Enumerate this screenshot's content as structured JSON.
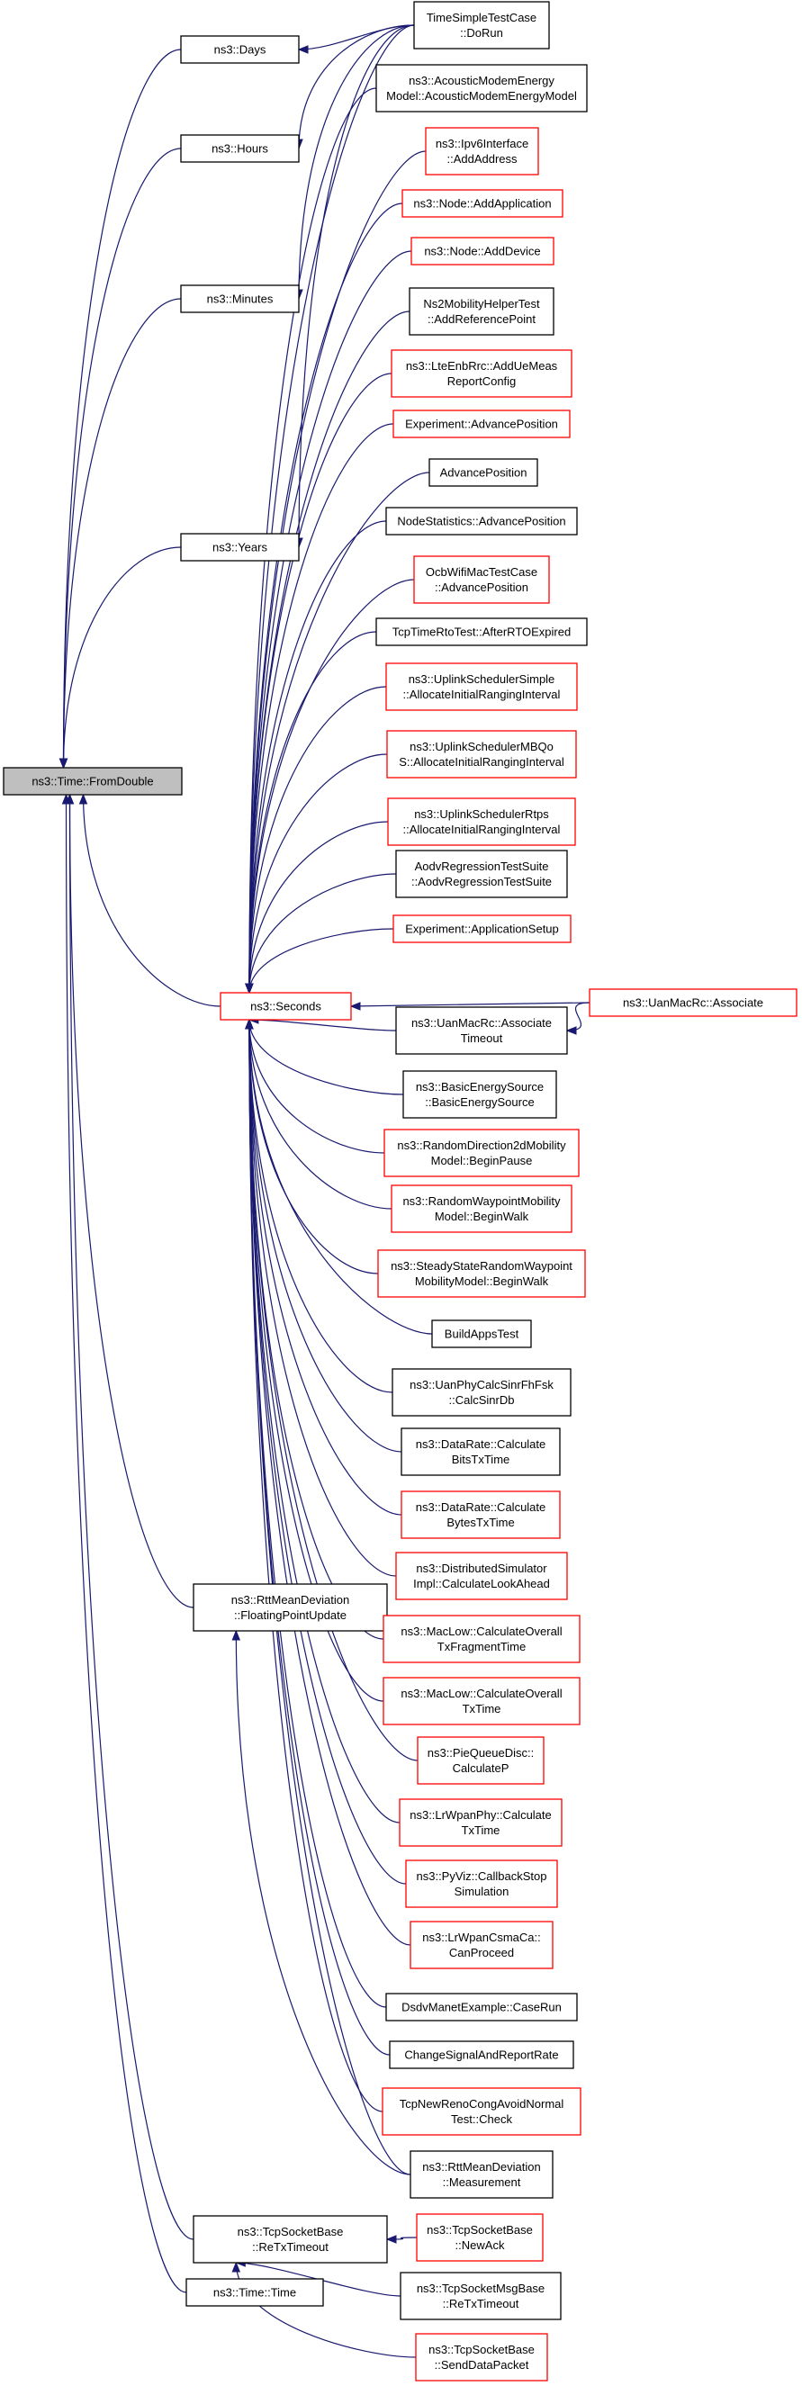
{
  "colors": {
    "edge": "#191970",
    "normal": "#000000",
    "incomplete": "#ff0000",
    "focus_fill": "#bfbfbf"
  },
  "nodes": [
    {
      "id": "fromdouble",
      "lines": [
        "ns3::Time::FromDouble"
      ],
      "color": "focus"
    },
    {
      "id": "days",
      "lines": [
        "ns3::Days"
      ],
      "color": "normal"
    },
    {
      "id": "hours",
      "lines": [
        "ns3::Hours"
      ],
      "color": "normal"
    },
    {
      "id": "minutes",
      "lines": [
        "ns3::Minutes"
      ],
      "color": "normal"
    },
    {
      "id": "years",
      "lines": [
        "ns3::Years"
      ],
      "color": "normal"
    },
    {
      "id": "seconds",
      "lines": [
        "ns3::Seconds"
      ],
      "color": "red"
    },
    {
      "id": "rttfp",
      "lines": [
        "ns3::RttMeanDeviation",
        "::FloatingPointUpdate"
      ],
      "color": "normal"
    },
    {
      "id": "tcpretx",
      "lines": [
        "ns3::TcpSocketBase",
        "::ReTxTimeout"
      ],
      "color": "normal"
    },
    {
      "id": "timetime",
      "lines": [
        "ns3::Time::Time"
      ],
      "color": "normal"
    },
    {
      "id": "timesimple",
      "lines": [
        "TimeSimpleTestCase",
        "::DoRun"
      ],
      "color": "normal"
    },
    {
      "id": "acoustic",
      "lines": [
        "ns3::AcousticModemEnergy",
        "Model::AcousticModemEnergyModel"
      ],
      "color": "normal"
    },
    {
      "id": "ipv6",
      "lines": [
        "ns3::Ipv6Interface",
        "::AddAddress"
      ],
      "color": "red"
    },
    {
      "id": "nodeapp",
      "lines": [
        "ns3::Node::AddApplication"
      ],
      "color": "red"
    },
    {
      "id": "nodedev",
      "lines": [
        "ns3::Node::AddDevice"
      ],
      "color": "red"
    },
    {
      "id": "ns2mob",
      "lines": [
        "Ns2MobilityHelperTest",
        "::AddReferencePoint"
      ],
      "color": "normal"
    },
    {
      "id": "lteenb",
      "lines": [
        "ns3::LteEnbRrc::AddUeMeas",
        "ReportConfig"
      ],
      "color": "red"
    },
    {
      "id": "expadv",
      "lines": [
        "Experiment::AdvancePosition"
      ],
      "color": "red"
    },
    {
      "id": "advpos",
      "lines": [
        "AdvancePosition"
      ],
      "color": "normal"
    },
    {
      "id": "nodestat",
      "lines": [
        "NodeStatistics::AdvancePosition"
      ],
      "color": "normal"
    },
    {
      "id": "ocbwifi",
      "lines": [
        "OcbWifiMacTestCase",
        "::AdvancePosition"
      ],
      "color": "red"
    },
    {
      "id": "tcprto",
      "lines": [
        "TcpTimeRtoTest::AfterRTOExpired"
      ],
      "color": "normal"
    },
    {
      "id": "ulsimple",
      "lines": [
        "ns3::UplinkSchedulerSimple",
        "::AllocateInitialRangingInterval"
      ],
      "color": "red"
    },
    {
      "id": "ulmbqos",
      "lines": [
        "ns3::UplinkSchedulerMBQo",
        "S::AllocateInitialRangingInterval"
      ],
      "color": "red"
    },
    {
      "id": "ulrtps",
      "lines": [
        "ns3::UplinkSchedulerRtps",
        "::AllocateInitialRangingInterval"
      ],
      "color": "red"
    },
    {
      "id": "aodv",
      "lines": [
        "AodvRegressionTestSuite",
        "::AodvRegressionTestSuite"
      ],
      "color": "normal"
    },
    {
      "id": "expapp",
      "lines": [
        "Experiment::ApplicationSetup"
      ],
      "color": "red"
    },
    {
      "id": "uanassoc",
      "lines": [
        "ns3::UanMacRc::Associate"
      ],
      "color": "red"
    },
    {
      "id": "uanassoct",
      "lines": [
        "ns3::UanMacRc::Associate",
        "Timeout"
      ],
      "color": "normal"
    },
    {
      "id": "basicenergy",
      "lines": [
        "ns3::BasicEnergySource",
        "::BasicEnergySource"
      ],
      "color": "normal"
    },
    {
      "id": "rd2d",
      "lines": [
        "ns3::RandomDirection2dMobility",
        "Model::BeginPause"
      ],
      "color": "red"
    },
    {
      "id": "rwp",
      "lines": [
        "ns3::RandomWaypointMobility",
        "Model::BeginWalk"
      ],
      "color": "red"
    },
    {
      "id": "ssrwp",
      "lines": [
        "ns3::SteadyStateRandomWaypoint",
        "MobilityModel::BeginWalk"
      ],
      "color": "red"
    },
    {
      "id": "buildapps",
      "lines": [
        "BuildAppsTest"
      ],
      "color": "normal"
    },
    {
      "id": "uanphy",
      "lines": [
        "ns3::UanPhyCalcSinrFhFsk",
        "::CalcSinrDb"
      ],
      "color": "normal"
    },
    {
      "id": "drbits",
      "lines": [
        "ns3::DataRate::Calculate",
        "BitsTxTime"
      ],
      "color": "normal"
    },
    {
      "id": "drbytes",
      "lines": [
        "ns3::DataRate::Calculate",
        "BytesTxTime"
      ],
      "color": "red"
    },
    {
      "id": "distsim",
      "lines": [
        "ns3::DistributedSimulator",
        "Impl::CalculateLookAhead"
      ],
      "color": "red"
    },
    {
      "id": "maclowfrag",
      "lines": [
        "ns3::MacLow::CalculateOverall",
        "TxFragmentTime"
      ],
      "color": "red"
    },
    {
      "id": "maclowtx",
      "lines": [
        "ns3::MacLow::CalculateOverall",
        "TxTime"
      ],
      "color": "red"
    },
    {
      "id": "pie",
      "lines": [
        "ns3::PieQueueDisc::",
        "CalculateP"
      ],
      "color": "red"
    },
    {
      "id": "lrwpanphy",
      "lines": [
        "ns3::LrWpanPhy::Calculate",
        "TxTime"
      ],
      "color": "red"
    },
    {
      "id": "pyviz",
      "lines": [
        "ns3::PyViz::CallbackStop",
        "Simulation"
      ],
      "color": "red"
    },
    {
      "id": "lrwpancsma",
      "lines": [
        "ns3::LrWpanCsmaCa::",
        "CanProceed"
      ],
      "color": "red"
    },
    {
      "id": "dsdv",
      "lines": [
        "DsdvManetExample::CaseRun"
      ],
      "color": "normal"
    },
    {
      "id": "changesig",
      "lines": [
        "ChangeSignalAndReportRate"
      ],
      "color": "normal"
    },
    {
      "id": "tcpnewreno",
      "lines": [
        "TcpNewRenoCongAvoidNormal",
        "Test::Check"
      ],
      "color": "red"
    },
    {
      "id": "rttmeas",
      "lines": [
        "ns3::RttMeanDeviation",
        "::Measurement"
      ],
      "color": "normal"
    },
    {
      "id": "tcpnewack",
      "lines": [
        "ns3::TcpSocketBase",
        "::NewAck"
      ],
      "color": "red"
    },
    {
      "id": "tcpmsgretx",
      "lines": [
        "ns3::TcpSocketMsgBase",
        "::ReTxTimeout"
      ],
      "color": "normal"
    },
    {
      "id": "tcpsenddata",
      "lines": [
        "ns3::TcpSocketBase",
        "::SendDataPacket"
      ],
      "color": "red"
    }
  ],
  "edges": [
    [
      "days",
      "fromdouble"
    ],
    [
      "hours",
      "fromdouble"
    ],
    [
      "minutes",
      "fromdouble"
    ],
    [
      "years",
      "fromdouble"
    ],
    [
      "seconds",
      "fromdouble"
    ],
    [
      "rttfp",
      "fromdouble"
    ],
    [
      "tcpretx",
      "fromdouble"
    ],
    [
      "timetime",
      "fromdouble"
    ],
    [
      "timesimple",
      "days"
    ],
    [
      "timesimple",
      "hours"
    ],
    [
      "timesimple",
      "minutes"
    ],
    [
      "timesimple",
      "years"
    ],
    [
      "timesimple",
      "seconds"
    ],
    [
      "acoustic",
      "seconds"
    ],
    [
      "ipv6",
      "seconds"
    ],
    [
      "nodeapp",
      "seconds"
    ],
    [
      "nodedev",
      "seconds"
    ],
    [
      "ns2mob",
      "seconds"
    ],
    [
      "lteenb",
      "seconds"
    ],
    [
      "expadv",
      "seconds"
    ],
    [
      "advpos",
      "seconds"
    ],
    [
      "nodestat",
      "seconds"
    ],
    [
      "ocbwifi",
      "seconds"
    ],
    [
      "tcprto",
      "seconds"
    ],
    [
      "ulsimple",
      "seconds"
    ],
    [
      "ulmbqos",
      "seconds"
    ],
    [
      "ulrtps",
      "seconds"
    ],
    [
      "aodv",
      "seconds"
    ],
    [
      "expapp",
      "seconds"
    ],
    [
      "uanassoc",
      "seconds"
    ],
    [
      "uanassoct",
      "seconds"
    ],
    [
      "basicenergy",
      "seconds"
    ],
    [
      "rd2d",
      "seconds"
    ],
    [
      "rwp",
      "seconds"
    ],
    [
      "ssrwp",
      "seconds"
    ],
    [
      "buildapps",
      "seconds"
    ],
    [
      "uanphy",
      "seconds"
    ],
    [
      "drbits",
      "seconds"
    ],
    [
      "drbytes",
      "seconds"
    ],
    [
      "distsim",
      "seconds"
    ],
    [
      "maclowfrag",
      "seconds"
    ],
    [
      "maclowtx",
      "seconds"
    ],
    [
      "pie",
      "seconds"
    ],
    [
      "lrwpanphy",
      "seconds"
    ],
    [
      "pyviz",
      "seconds"
    ],
    [
      "lrwpancsma",
      "seconds"
    ],
    [
      "dsdv",
      "seconds"
    ],
    [
      "changesig",
      "seconds"
    ],
    [
      "tcpnewreno",
      "seconds"
    ],
    [
      "rttmeas",
      "seconds"
    ],
    [
      "uanassoc",
      "uanassoct"
    ],
    [
      "rttmeas",
      "rttfp"
    ],
    [
      "tcpnewack",
      "tcpretx"
    ],
    [
      "tcpmsgretx",
      "tcpretx"
    ],
    [
      "tcpsenddata",
      "tcpretx"
    ]
  ]
}
